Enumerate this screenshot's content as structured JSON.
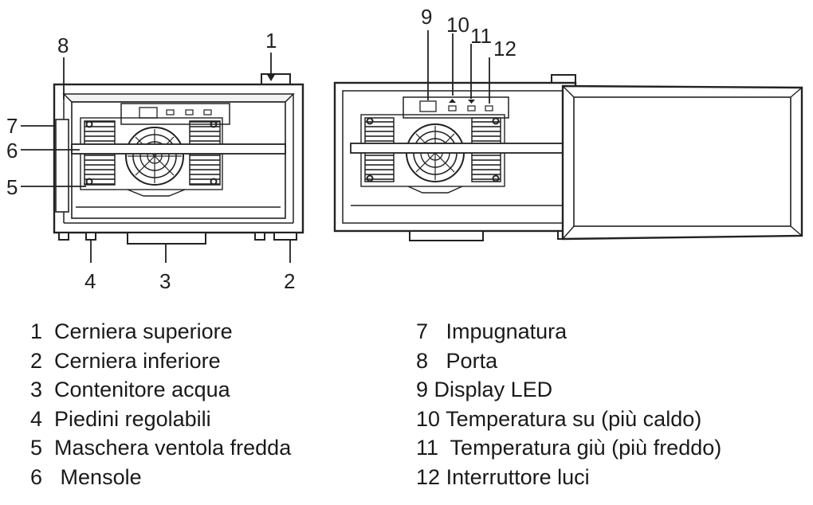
{
  "callouts": {
    "c1": "1",
    "c2": "2",
    "c3": "3",
    "c4": "4",
    "c5": "5",
    "c6": "6",
    "c7": "7",
    "c8": "8",
    "c9": "9",
    "c10": "10",
    "c11": "11",
    "c12": "12"
  },
  "legend": {
    "left": [
      {
        "num": "1",
        "text": "Cerniera superiore"
      },
      {
        "num": "2",
        "text": "Cerniera inferiore"
      },
      {
        "num": "3",
        "text": "Contenitore acqua"
      },
      {
        "num": "4",
        "text": "Piedini regolabili"
      },
      {
        "num": "5",
        "text": "Maschera ventola fredda"
      },
      {
        "num": "6",
        "text": " Mensole"
      }
    ],
    "right": [
      {
        "num": "7",
        "text": " Impugnatura"
      },
      {
        "num": "8",
        "text": " Porta"
      },
      {
        "num": "9",
        "text": "Display LED"
      },
      {
        "num": "10",
        "text": "Temperatura su (più caldo)"
      },
      {
        "num": "11",
        "text": " Temperatura giù (più freddo)"
      },
      {
        "num": "12",
        "text": "Interruttore luci"
      }
    ]
  }
}
